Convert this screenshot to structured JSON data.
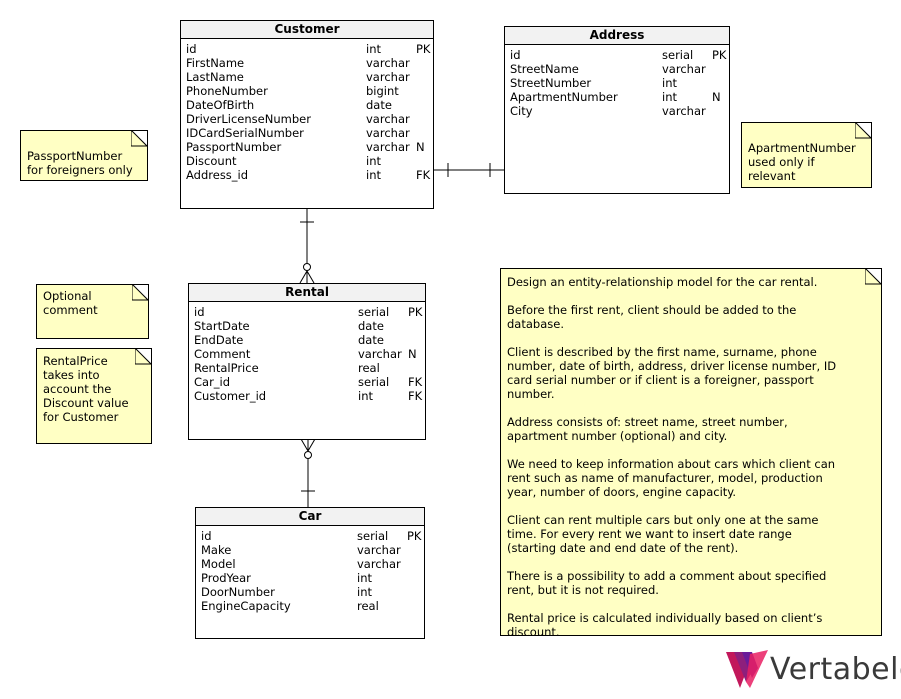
{
  "entities": {
    "customer": {
      "title": "Customer",
      "rows": [
        {
          "name": "id",
          "type": "int",
          "key": "PK"
        },
        {
          "name": "FirstName",
          "type": "varchar",
          "key": ""
        },
        {
          "name": "LastName",
          "type": "varchar",
          "key": ""
        },
        {
          "name": "PhoneNumber",
          "type": "bigint",
          "key": ""
        },
        {
          "name": "DateOfBirth",
          "type": "date",
          "key": ""
        },
        {
          "name": "DriverLicenseNumber",
          "type": "varchar",
          "key": ""
        },
        {
          "name": "IDCardSerialNumber",
          "type": "varchar",
          "key": ""
        },
        {
          "name": "PassportNumber",
          "type": "varchar",
          "key": "N"
        },
        {
          "name": "Discount",
          "type": "int",
          "key": ""
        },
        {
          "name": "Address_id",
          "type": "int",
          "key": "FK"
        }
      ]
    },
    "address": {
      "title": "Address",
      "rows": [
        {
          "name": "id",
          "type": "serial",
          "key": "PK"
        },
        {
          "name": "StreetName",
          "type": "varchar",
          "key": ""
        },
        {
          "name": "StreetNumber",
          "type": "int",
          "key": ""
        },
        {
          "name": "ApartmentNumber",
          "type": "int",
          "key": "N"
        },
        {
          "name": "City",
          "type": "varchar",
          "key": ""
        }
      ]
    },
    "rental": {
      "title": "Rental",
      "rows": [
        {
          "name": "id",
          "type": "serial",
          "key": "PK"
        },
        {
          "name": "StartDate",
          "type": "date",
          "key": ""
        },
        {
          "name": "EndDate",
          "type": "date",
          "key": ""
        },
        {
          "name": "Comment",
          "type": "varchar",
          "key": "N"
        },
        {
          "name": "RentalPrice",
          "type": "real",
          "key": ""
        },
        {
          "name": "Car_id",
          "type": "serial",
          "key": "FK"
        },
        {
          "name": "Customer_id",
          "type": "int",
          "key": "FK"
        }
      ]
    },
    "car": {
      "title": "Car",
      "rows": [
        {
          "name": "id",
          "type": "serial",
          "key": "PK"
        },
        {
          "name": "Make",
          "type": "varchar",
          "key": ""
        },
        {
          "name": "Model",
          "type": "varchar",
          "key": ""
        },
        {
          "name": "ProdYear",
          "type": "int",
          "key": ""
        },
        {
          "name": "DoorNumber",
          "type": "int",
          "key": ""
        },
        {
          "name": "EngineCapacity",
          "type": "real",
          "key": ""
        }
      ]
    }
  },
  "notes": {
    "passport": "PassportNumber\nfor foreigners only",
    "apartment": "ApartmentNumber\nused only if\nrelevant",
    "comment": "Optional\ncomment",
    "rental_price": "RentalPrice\ntakes into\naccount the\nDiscount value\nfor Customer",
    "description": "Design an entity-relationship model for the car rental.\n\nBefore the first rent, client should be added to the\ndatabase.\n\nClient is described by the first name, surname, phone\nnumber, date of birth, address, driver license number, ID\ncard serial number or if client is a foreigner, passport\nnumber.\n\nAddress consists of: street name, street number,\napartment number (optional) and city.\n\nWe need to keep information about cars which client can\nrent such as name of manufacturer, model, production\nyear, number of doors, engine capacity.\n\nClient can rent multiple cars but only one at the same\ntime. For every rent we want to insert date range\n(starting date and end date of the rent).\n\nThere is a possibility to add a comment about specified\nrent, but it is not required.\n\nRental price is calculated individually based on client’s\ndiscount."
  },
  "logo": {
    "text": "Vertabelo"
  },
  "colors": {
    "note_bg": "#ffffc4",
    "header_bg": "#f2f2f2",
    "logo_pink": "#c2185b",
    "logo_purple": "#6a1b9a"
  }
}
